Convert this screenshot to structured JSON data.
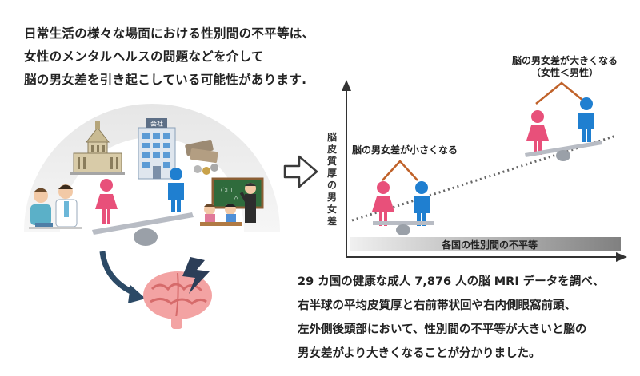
{
  "intro_lines": [
    "日常生活の様々な場面における性別間の不平等は、",
    "女性のメンタルヘルスの問題などを介して",
    "脳の男女差を引き起こしている可能性があります."
  ],
  "scene": {
    "building_sign": "会社"
  },
  "diagram": {
    "y_axis_label_chars": [
      "脳",
      "皮",
      "質",
      "厚",
      "の",
      "男",
      "女",
      "差"
    ],
    "x_axis_label": "各国の性別間の不平等",
    "small_gap_label": "脳の男女差が小さくなる",
    "large_gap_label_line1": "脳の男女差が大きくなる",
    "large_gap_label_line2": "（女性＜男性）"
  },
  "finding_lines": [
    "29 カ国の健康な成人 7,876 人の脳 MRI データを調べ、",
    "右半球の平均皮質厚と右前帯状回や右内側眼窩前頭、",
    "左外側後頭部において、性別間の不平等が大きいと脳の",
    "男女差がより大きくなることが分かりました。"
  ],
  "colors": {
    "female": "#e8507a",
    "male": "#1f7fd0",
    "bracket": "#c0622a",
    "seesaw": "#b8bcc4",
    "fulcrum": "#9aa0a8",
    "axis": "#333333",
    "trend": "#666666"
  }
}
